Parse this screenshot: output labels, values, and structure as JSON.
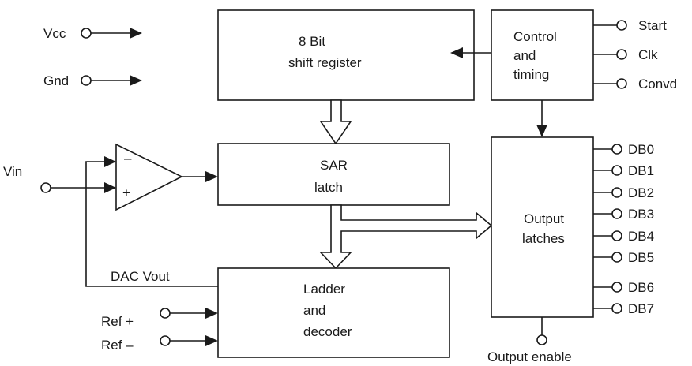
{
  "blocks": {
    "shift_register": [
      "8 Bit",
      "shift register"
    ],
    "control": [
      "Control",
      "and",
      "timing"
    ],
    "sar": [
      "SAR",
      "latch"
    ],
    "output_latches": [
      "Output",
      "latches"
    ],
    "ladder": [
      "Ladder",
      "and",
      "decoder"
    ]
  },
  "supply": {
    "vcc": "Vcc",
    "gnd": "Gnd"
  },
  "control_pins": [
    "Start",
    "Clk",
    "Convd"
  ],
  "input": "Vin",
  "comparator": {
    "minus": "–",
    "plus": "+"
  },
  "dac_vout": "DAC Vout",
  "refs": [
    "Ref +",
    "Ref –"
  ],
  "data_bus": [
    "DB0",
    "DB1",
    "DB2",
    "DB3",
    "DB4",
    "DB5",
    "DB6",
    "DB7"
  ],
  "output_enable": "Output enable"
}
